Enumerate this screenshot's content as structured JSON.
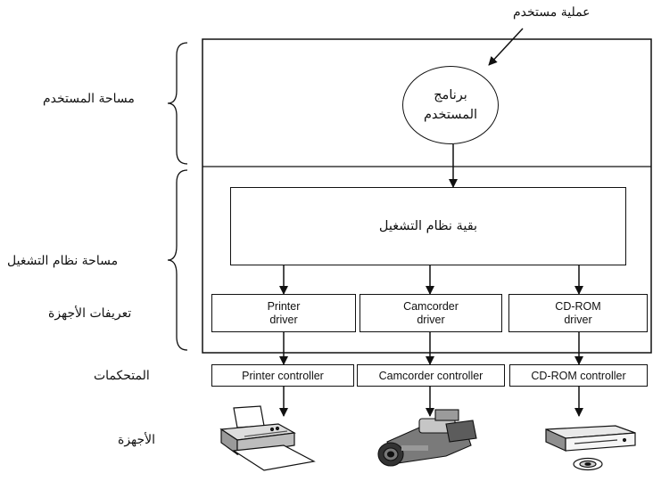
{
  "labels": {
    "user_process": "عملية مستخدم",
    "user_space": "مساحة المستخدم",
    "os_space": "مساحة نظام التشغيل",
    "device_drivers": "تعريفات الأجهزة",
    "controllers": "المتحكمات",
    "devices": "الأجهزة"
  },
  "user_program": {
    "line1": "برنامج",
    "line2": "المستخدم"
  },
  "rest_of_os": "بقية نظام التشغيل",
  "drivers": [
    {
      "line1": "Printer",
      "line2": "driver"
    },
    {
      "line1": "Camcorder",
      "line2": "driver"
    },
    {
      "line1": "CD-ROM",
      "line2": "driver"
    }
  ],
  "controllers": [
    "Printer controller",
    "Camcorder controller",
    "CD-ROM controller"
  ],
  "device_icons": [
    "printer-icon",
    "camcorder-icon",
    "cdrom-drive-icon"
  ]
}
